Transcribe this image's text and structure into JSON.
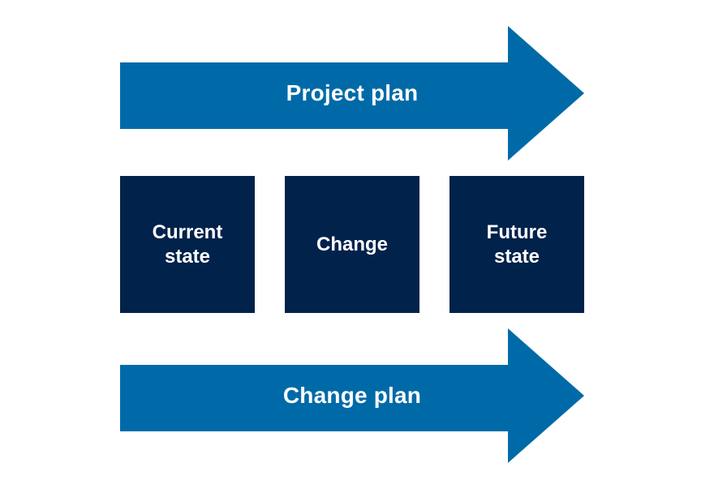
{
  "diagram": {
    "top_arrow": {
      "label": "Project plan"
    },
    "stages": [
      {
        "label": "Current state"
      },
      {
        "label": "Change"
      },
      {
        "label": "Future state"
      }
    ],
    "bottom_arrow": {
      "label": "Change plan"
    }
  },
  "colors": {
    "arrow": "#006aa8",
    "box": "#00224b",
    "text": "#ffffff",
    "background": "#ffffff"
  }
}
